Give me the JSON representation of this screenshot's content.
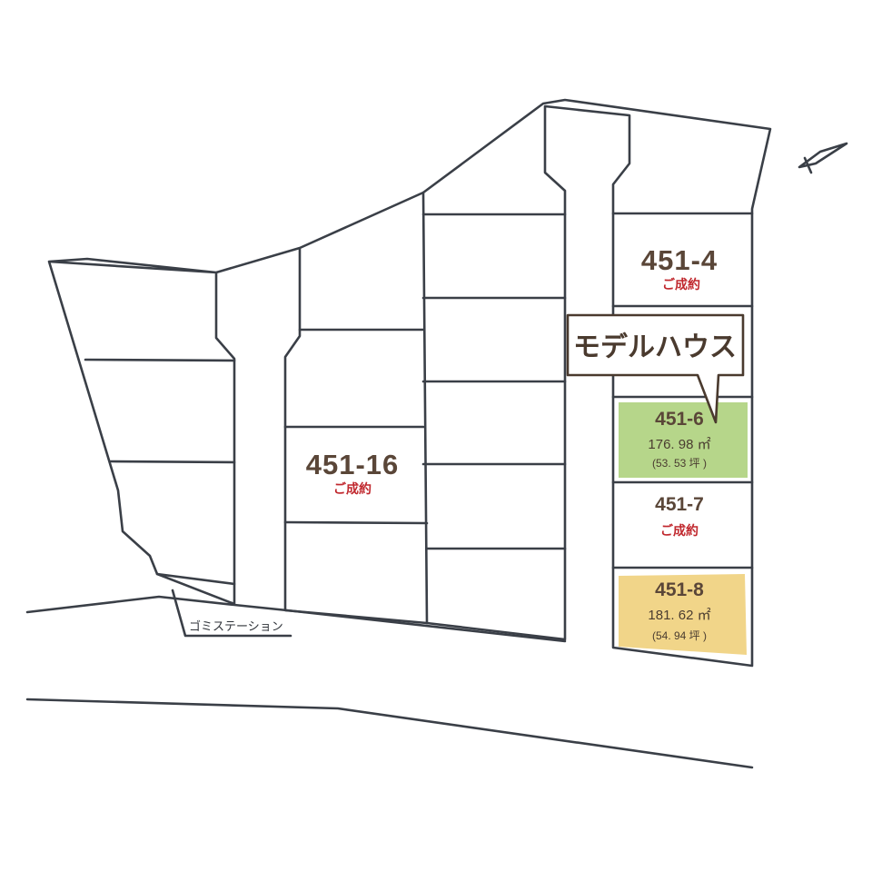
{
  "lots": {
    "lot_451_4": {
      "number": "451-4",
      "status": "ご成約"
    },
    "lot_451_16": {
      "number": "451-16",
      "status": "ご成約"
    },
    "lot_451_6": {
      "number": "451-6",
      "area": "176. 98 ㎡",
      "tsubo": "(53. 53 坪 )",
      "color": "#b6d68a"
    },
    "lot_451_7": {
      "number": "451-7",
      "status": "ご成約"
    },
    "lot_451_8": {
      "number": "451-8",
      "area": "181. 62 ㎡",
      "tsubo": "(54. 94 坪 )",
      "color": "#f1d589"
    }
  },
  "callout": {
    "label": "モデルハウス"
  },
  "garbage_station": {
    "label": "ゴミステーション"
  },
  "colors": {
    "line": "#3a3f47",
    "status_red": "#c0272d",
    "text_brown": "#5a4638"
  },
  "compass": {
    "icon": "north-arrow-icon"
  }
}
